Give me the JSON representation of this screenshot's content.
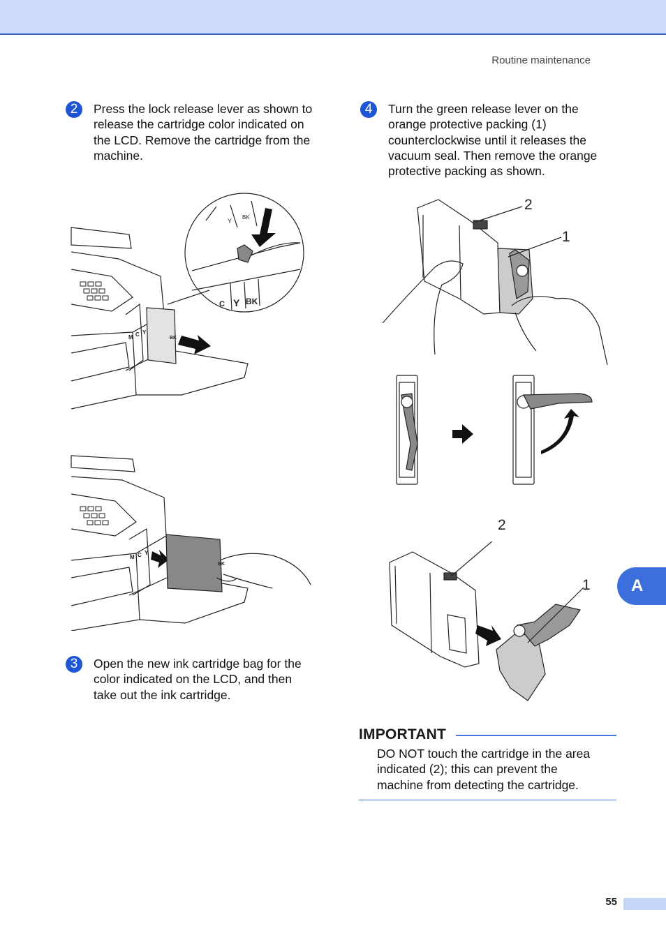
{
  "header": {
    "running_head": "Routine maintenance"
  },
  "steps": [
    {
      "number": "2",
      "lines": [
        "Press the lock release lever as shown to",
        "release the cartridge color indicated on",
        "the LCD. Remove the cartridge from the",
        "machine."
      ]
    },
    {
      "number": "3",
      "lines": [
        "Open the new ink cartridge bag for the",
        "color indicated on the LCD, and then",
        "take out the ink cartridge."
      ]
    },
    {
      "number": "4",
      "lines": [
        "Turn the green release lever on the",
        "orange protective packing (1)",
        "counterclockwise until it releases the",
        "vacuum seal. Then remove the orange",
        "protective packing as shown."
      ]
    }
  ],
  "figures": {
    "remove_cartridge": {
      "labels": [
        "Y",
        "BK",
        "C",
        "Y",
        "BK",
        "M",
        "C",
        "Y",
        "BK"
      ]
    },
    "insert_cartridge": {
      "labels": [
        "M",
        "C",
        "Y",
        "BK"
      ]
    },
    "packing_top": {
      "callouts": [
        "2",
        "1"
      ]
    },
    "packing_bottom": {
      "callouts": [
        "2",
        "1"
      ]
    }
  },
  "important": {
    "heading": "IMPORTANT",
    "lines": [
      "DO NOT touch the cartridge in the area",
      "indicated (2); this can prevent the",
      "machine from detecting the cartridge."
    ]
  },
  "side_tab": "A",
  "footer": {
    "page_number": "55"
  },
  "colors": {
    "accent": "#1e55d4",
    "band": "#cfdcfb",
    "rule": "#4677dc",
    "tab": "#3c6fdb"
  }
}
